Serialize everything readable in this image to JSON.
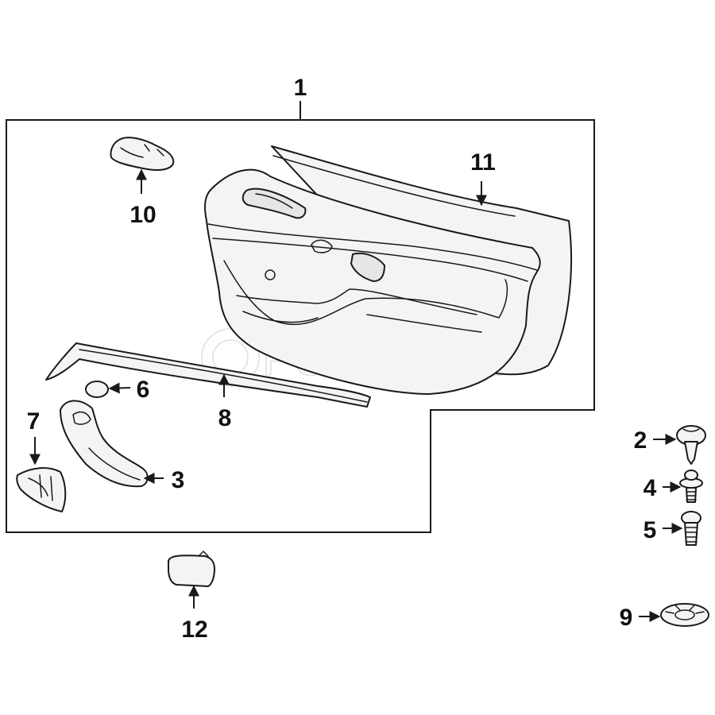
{
  "callouts": {
    "c1": "1",
    "c2": "2",
    "c3": "3",
    "c4": "4",
    "c5": "5",
    "c6": "6",
    "c7": "7",
    "c8": "8",
    "c9": "9",
    "c10": "10",
    "c11": "11",
    "c12": "12"
  },
  "watermark": "FCP EURO",
  "colors": {
    "line": "#1a1a1a",
    "part_fill": "#f4f4f4",
    "watermark": "#c8c8c8"
  }
}
